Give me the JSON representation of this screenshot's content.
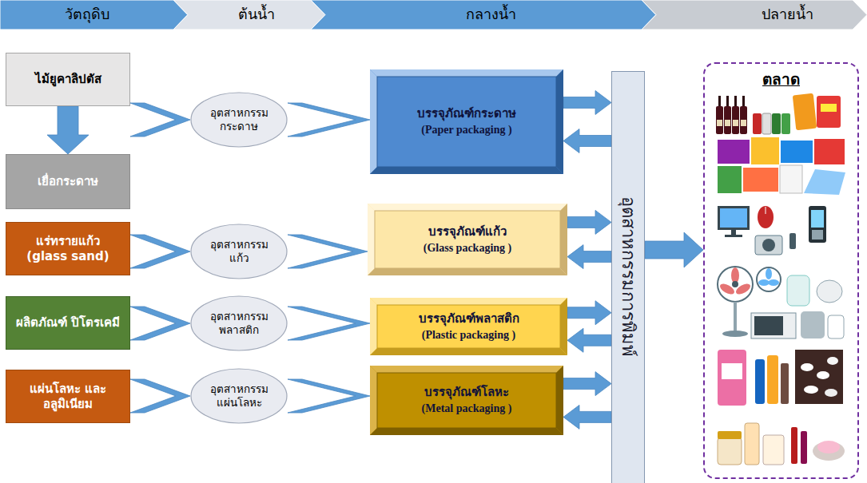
{
  "diagram": {
    "nodes": [
      {
        "text": [
          "วัตถุดิบ"
        ]
      },
      {
        "text": [
          "ต้นน้ำ"
        ]
      },
      {
        "text": [
          "กลางน้ำ"
        ]
      },
      {
        "text": [
          "ปลายน้ำ"
        ]
      },
      {
        "text": [
          "ไม้ยูคาลิปตัส"
        ]
      },
      {
        "text": [
          "เยื่อกระดาษ"
        ]
      },
      {
        "text": [
          "แร่ทรายแก้ว (glass sand)"
        ]
      },
      {
        "text": [
          "ผลิตภัณฑ์ ปิโตรเคมี"
        ]
      },
      {
        "text": [
          "แผ่นโลหะ และ อลูมิเนียม"
        ]
      },
      {
        "text": [
          "อุตสาหกรรม กระดาษ"
        ]
      },
      {
        "text": [
          "อุตสาหกรรม แก้ว"
        ]
      },
      {
        "text": [
          "อุตสาหกรรม พลาสติก"
        ]
      },
      {
        "text": [
          "อุตสาหกรรม แผ่นโลหะ"
        ]
      },
      {
        "text": [
          "บรรจุภัณฑ์กระดาษ",
          "(Paper packaging )"
        ]
      },
      {
        "text": [
          "บรรจุภัณฑ์แก้ว",
          "(Glass packaging )"
        ]
      },
      {
        "text": [
          "บรรจุภัณฑ์พลาสติก",
          "(Plastic packaging )"
        ]
      },
      {
        "text": [
          "บรรจุภัณฑ์โลหะ",
          "(Metal packaging )"
        ]
      },
      {
        "text": [
          "อุตสาหกรรมการพิมพ์"
        ]
      },
      {
        "text": [
          "ตลาด"
        ]
      }
    ],
    "edges": [
      {
        "from": 4,
        "to": 5,
        "arrow": "to"
      },
      {
        "from": 5,
        "to": 9,
        "arrow": "to"
      },
      {
        "from": 6,
        "to": 10,
        "arrow": "to"
      },
      {
        "from": 7,
        "to": 11,
        "arrow": "to"
      },
      {
        "from": 8,
        "to": 12,
        "arrow": "to"
      },
      {
        "from": 9,
        "to": 13,
        "arrow": "to"
      },
      {
        "from": 10,
        "to": 14,
        "arrow": "to"
      },
      {
        "from": 11,
        "to": 15,
        "arrow": "to"
      },
      {
        "from": 12,
        "to": 16,
        "arrow": "to"
      },
      {
        "from": 13,
        "to": 17,
        "arrow": "to"
      },
      {
        "from": 17,
        "to": 13,
        "arrow": "to"
      },
      {
        "from": 14,
        "to": 17,
        "arrow": "to"
      },
      {
        "from": 17,
        "to": 14,
        "arrow": "to"
      },
      {
        "from": 15,
        "to": 17,
        "arrow": "to"
      },
      {
        "from": 17,
        "to": 15,
        "arrow": "to"
      },
      {
        "from": 16,
        "to": 17,
        "arrow": "to"
      },
      {
        "from": 17,
        "to": 16,
        "arrow": "to"
      },
      {
        "from": 17,
        "to": 18,
        "arrow": "to"
      }
    ]
  }
}
